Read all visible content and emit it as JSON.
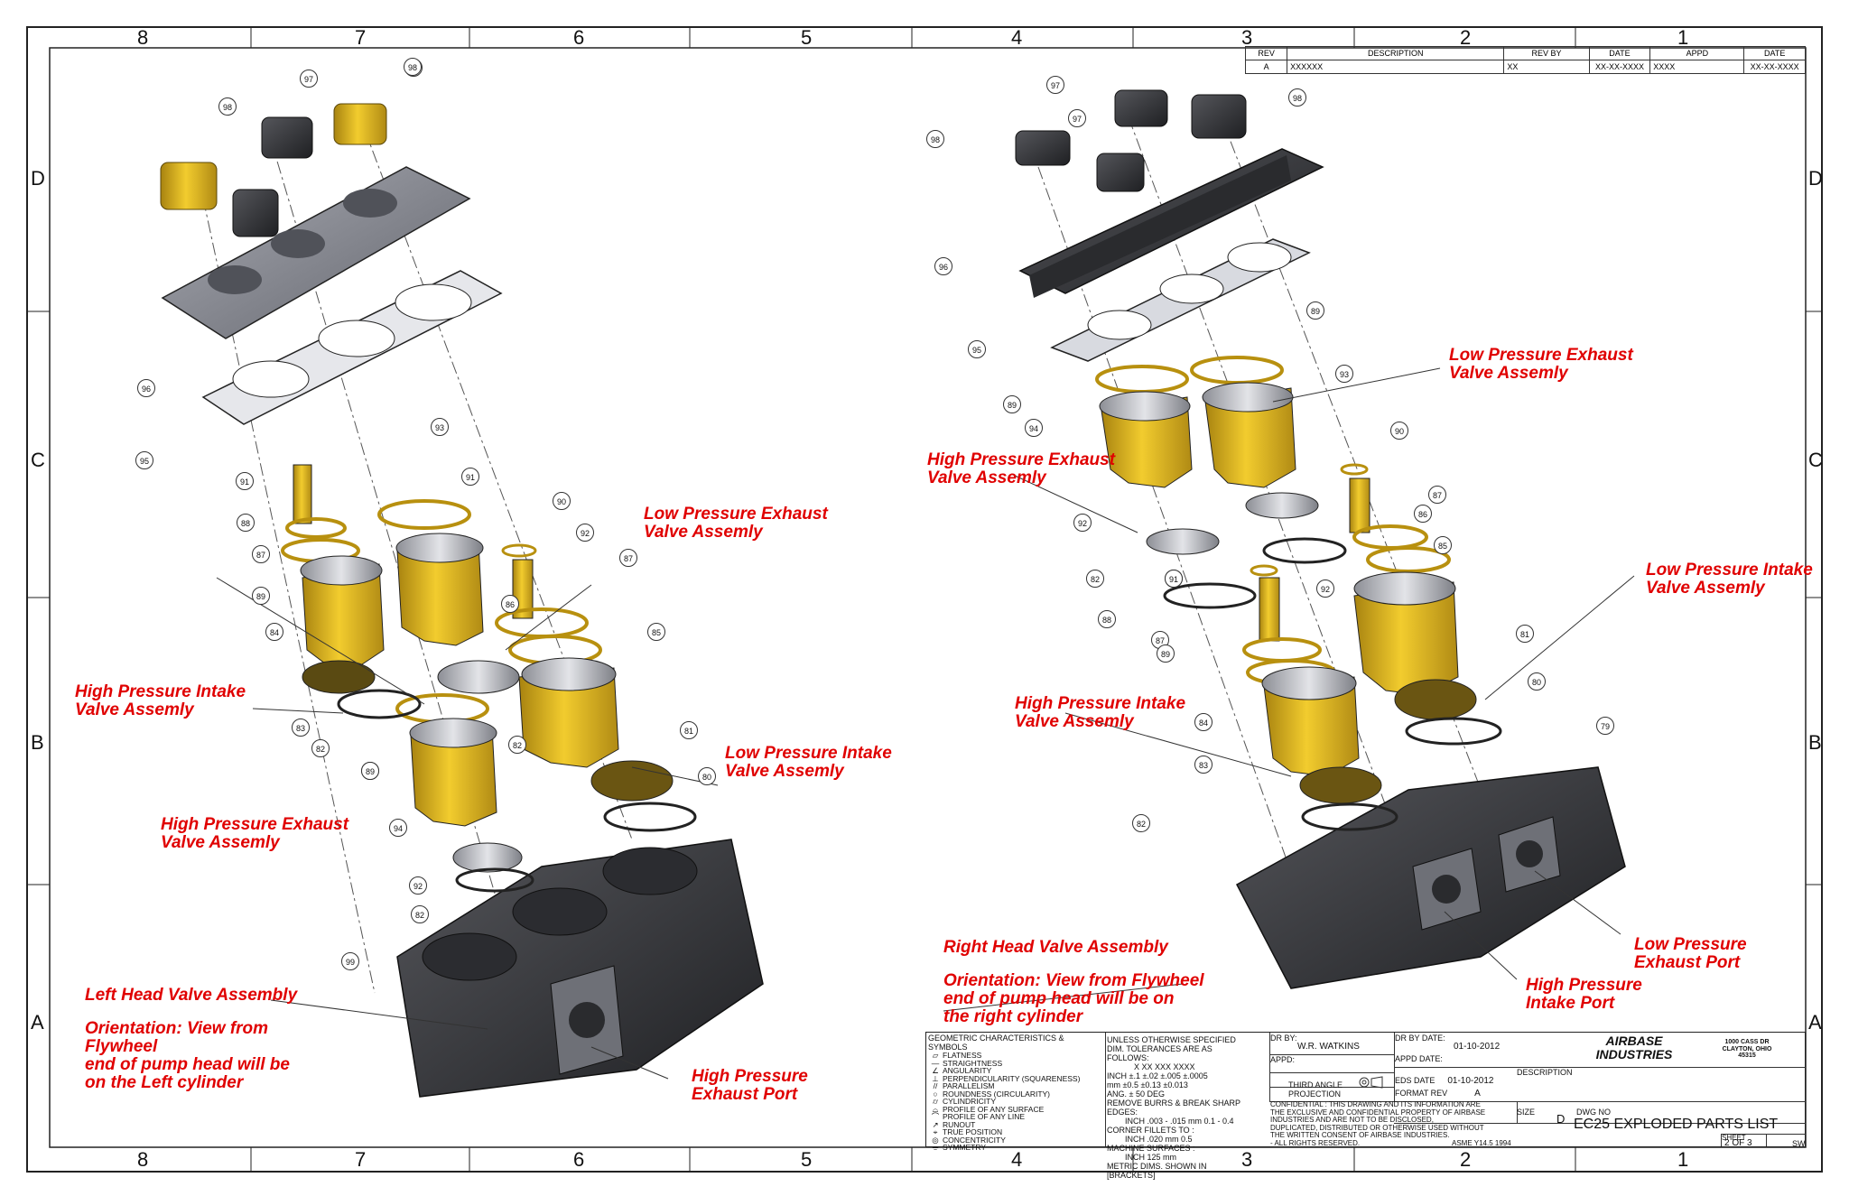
{
  "zone_numbers": [
    "8",
    "7",
    "6",
    "5",
    "4",
    "3",
    "2",
    "1"
  ],
  "zone_letters": [
    "D",
    "C",
    "B",
    "A"
  ],
  "revision_table": {
    "headers": [
      "REV",
      "DESCRIPTION",
      "REV BY",
      "DATE",
      "APPD",
      "DATE"
    ],
    "row": [
      "A",
      "XXXXXX",
      "XX",
      "XX-XX-XXXX",
      "XXXX",
      "XX-XX-XXXX"
    ]
  },
  "left_view": {
    "callouts": {
      "lp_exhaust": [
        "Low Pressure Exhaust",
        "Valve Assemly"
      ],
      "hp_intake": [
        "High Pressure Intake",
        "Valve Assemly"
      ],
      "lp_intake": [
        "Low Pressure Intake",
        "Valve Assemly"
      ],
      "hp_exhaust": [
        "High Pressure Exhaust",
        "Valve Assemly"
      ],
      "hp_exhaust_port": [
        "High Pressure",
        "Exhaust Port"
      ]
    },
    "title": "Left Head Valve Assembly",
    "orientation": [
      "Orientation: View from",
      "Flywheel",
      "end of pump head will be",
      "on the Left cylinder"
    ],
    "balloons": [
      "97",
      "98",
      "97",
      "98",
      "96",
      "95",
      "91",
      "88",
      "87",
      "89",
      "84",
      "83",
      "82",
      "89",
      "93",
      "91",
      "90",
      "92",
      "86",
      "87",
      "85",
      "82",
      "89",
      "94",
      "81",
      "80",
      "92",
      "82",
      "99"
    ]
  },
  "right_view": {
    "callouts": {
      "lp_exhaust": [
        "Low Pressure Exhaust",
        "Valve Assemly"
      ],
      "hp_exhaust": [
        "High Pressure Exhaust",
        "Valve Assemly"
      ],
      "lp_intake": [
        "Low Pressure Intake",
        "Valve Assemly"
      ],
      "hp_intake": [
        "High Pressure Intake",
        "Valve Assemly"
      ],
      "lp_exhaust_port": [
        "Low Pressure",
        "Exhaust Port"
      ],
      "hp_intake_port": [
        "High Pressure",
        "Intake Port"
      ]
    },
    "title": "Right Head Valve Assembly",
    "orientation": [
      "Orientation: View from Flywheel",
      "end of pump head will be on",
      "the right cylinder"
    ],
    "balloons": [
      "97",
      "98",
      "97",
      "98",
      "96",
      "95",
      "89",
      "93",
      "89",
      "94",
      "92",
      "91",
      "90",
      "87",
      "86",
      "85",
      "92",
      "91",
      "82",
      "88",
      "87",
      "89",
      "84",
      "83",
      "82",
      "81",
      "80",
      "79"
    ]
  },
  "gdt_block": {
    "title": "GEOMETRIC CHARACTERISTICS & SYMBOLS",
    "items": [
      "FLATNESS",
      "STRAIGHTNESS",
      "ANGULARITY",
      "PERPENDICULARITY (SQUARENESS)",
      "PARALLELISM",
      "ROUNDNESS (CIRCULARITY)",
      "CYLINDRICITY",
      "PROFILE OF ANY SURFACE",
      "PROFILE OF ANY LINE",
      "RUNOUT",
      "TRUE POSITION",
      "CONCENTRICITY",
      "SYMMETRY"
    ],
    "symbols": [
      "▱",
      "—",
      "∠",
      "⊥",
      "//",
      "○",
      "⌭",
      "⌓",
      "⌒",
      "↗",
      "⌖",
      "◎",
      "⌯"
    ]
  },
  "tolerance_block": {
    "lines": [
      "UNLESS OTHERWISE SPECIFIED",
      "DIM. TOLERANCES ARE AS FOLLOWS:",
      "X     XX     XXX     XXXX",
      "INCH  ±.1   ±.02   ±.005   ±.0005",
      "mm    ±0.5  ±0.13  ±0.013",
      "ANG. ± 50 DEG",
      "REMOVE BURRS & BREAK SHARP EDGES:",
      "INCH  .003 - .015    mm  0.1 - 0.4",
      "CORNER FILLETS TO :",
      "INCH  .020    mm  0.5",
      "MACHINE SURFACES :",
      "INCH  125    mm",
      "METRIC DIMS. SHOWN IN [BRACKETS]"
    ],
    "standard": "ASME Y14.5 1994"
  },
  "drawn_block": {
    "dr_by_label": "DR BY:",
    "dr_by": "W.R. WATKINS",
    "appd_label": "APPD:",
    "dr_by_date_label": "DR BY DATE:",
    "dr_by_date": "01-10-2012",
    "appd_date_label": "APPD DATE:",
    "projection": [
      "THIRD ANGLE",
      "PROJECTION"
    ],
    "eds_date_label": "EDS DATE",
    "eds_date": "01-10-2012",
    "format_rev_label": "FORMAT REV",
    "format_rev": "A",
    "confidential": [
      "CONFIDENTIAL : THIS DRAWING AND ITS INFORMATION ARE",
      "THE EXCLUSIVE AND CONFIDENTIAL PROPERTY OF AIRBASE",
      "INDUSTRIES AND ARE NOT TO BE DISCLOSED,",
      "DUPLICATED, DISTRIBUTED OR OTHERWISE USED WITHOUT",
      "THE WRITTEN CONSENT OF AIRBASE INDUSTRIES.",
      "- ALL RIGHTS RESERVED."
    ]
  },
  "company_block": {
    "name": [
      "AIRBASE",
      "INDUSTRIES"
    ],
    "address": [
      "1000 CASS DR",
      "CLAYTON, OHIO",
      "45315"
    ],
    "description_label": "DESCRIPTION",
    "size_label": "SIZE",
    "size": "D",
    "dwg_no_label": "DWG NO",
    "dwg_no": "EC25 EXPLODED PARTS LIST",
    "sheet_label": "SHEET",
    "sheet": "2 OF 3",
    "sw": "SW"
  },
  "colors": {
    "annotation_red": "#e00000",
    "brass": "#d9b21f",
    "brass_dark": "#9a7a0d",
    "dark_part": "#3a3a3c",
    "grey_part": "#8a8c94",
    "gasket": "#b9bcc6"
  }
}
